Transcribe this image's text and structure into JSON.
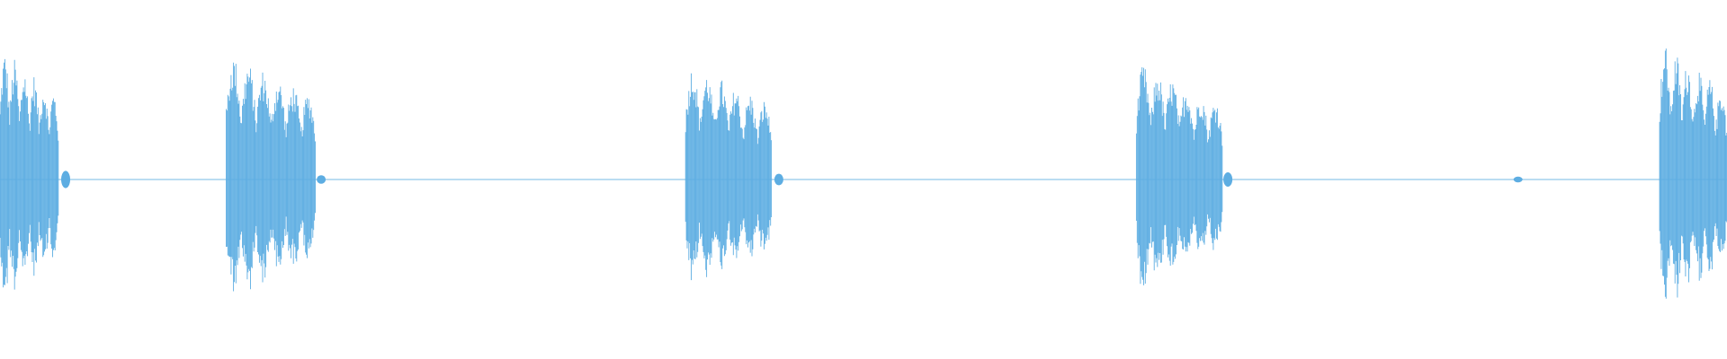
{
  "waveform": {
    "color": "#5dade2",
    "baseline_color": "#7fbfe8",
    "background": "#ffffff",
    "peak_level": 0.92,
    "silence_level": 0.01,
    "bursts": [
      {
        "start": 0.0,
        "end": 0.034,
        "level": 0.92
      },
      {
        "start": 0.131,
        "end": 0.183,
        "level": 0.9
      },
      {
        "start": 0.397,
        "end": 0.447,
        "level": 0.82
      },
      {
        "start": 0.658,
        "end": 0.708,
        "level": 0.83
      },
      {
        "start": 0.961,
        "end": 1.0,
        "level": 0.97
      }
    ],
    "tails": [
      {
        "at": 0.038,
        "level": 0.06
      },
      {
        "at": 0.186,
        "level": 0.03
      },
      {
        "at": 0.451,
        "level": 0.04
      },
      {
        "at": 0.711,
        "level": 0.05
      },
      {
        "at": 0.879,
        "level": 0.02
      }
    ]
  }
}
